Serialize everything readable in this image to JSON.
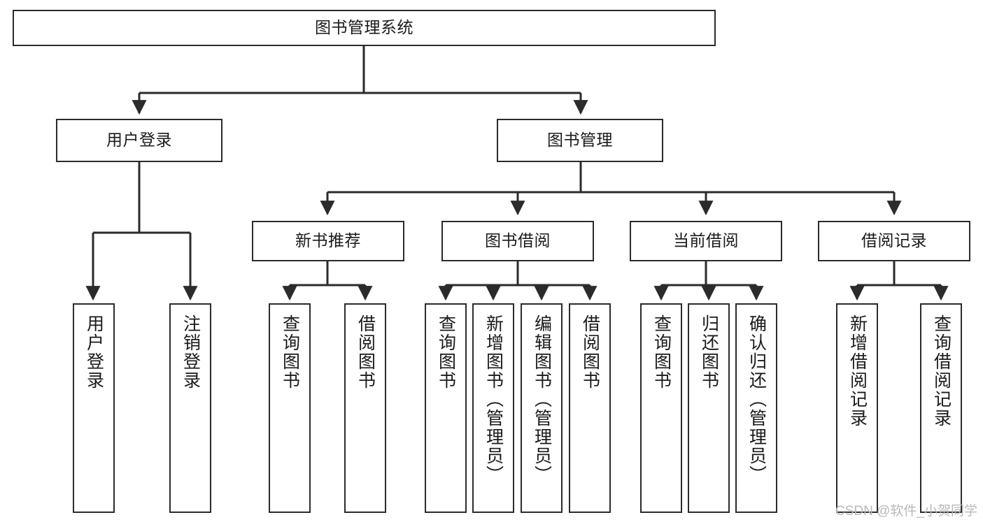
{
  "diagram": {
    "type": "tree-hierarchy",
    "title": "图书管理系统",
    "watermark": "CSDN @软件_小贺同学",
    "colors": {
      "background": "#ffffff",
      "stroke": "#2b2b2b",
      "node_fill": "#ffffff",
      "text": "#1a1a1a",
      "watermark": "#b9b9b9"
    },
    "nodes": {
      "root": {
        "label": "图书管理系统"
      },
      "level2": [
        {
          "id": "user-login",
          "label": "用户登录"
        },
        {
          "id": "book-manage",
          "label": "图书管理"
        }
      ],
      "level3": [
        {
          "id": "new-book-recommend",
          "label": "新书推荐"
        },
        {
          "id": "book-borrow",
          "label": "图书借阅"
        },
        {
          "id": "current-borrow",
          "label": "当前借阅"
        },
        {
          "id": "borrow-record",
          "label": "借阅记录"
        }
      ],
      "leaves": {
        "user-login": [
          {
            "id": "leaf-user-login",
            "label": "用户登录"
          },
          {
            "id": "leaf-logout-login",
            "label": "注销登录"
          }
        ],
        "new-book-recommend": [
          {
            "id": "leaf-query-book-1",
            "label": "查询图书"
          },
          {
            "id": "leaf-borrow-book-1",
            "label": "借阅图书"
          }
        ],
        "book-borrow": [
          {
            "id": "leaf-query-book-2",
            "label": "查询图书"
          },
          {
            "id": "leaf-add-book",
            "label": "新增图书（管理员）"
          },
          {
            "id": "leaf-edit-book",
            "label": "编辑图书（管理员）"
          },
          {
            "id": "leaf-borrow-book-2",
            "label": "借阅图书"
          }
        ],
        "current-borrow": [
          {
            "id": "leaf-query-book-3",
            "label": "查询图书"
          },
          {
            "id": "leaf-return-book",
            "label": "归还图书"
          },
          {
            "id": "leaf-confirm-return",
            "label": "确认归还（管理员）"
          }
        ],
        "borrow-record": [
          {
            "id": "leaf-add-record",
            "label": "新增借阅记录"
          },
          {
            "id": "leaf-query-record",
            "label": "查询借阅记录"
          }
        ]
      }
    }
  }
}
